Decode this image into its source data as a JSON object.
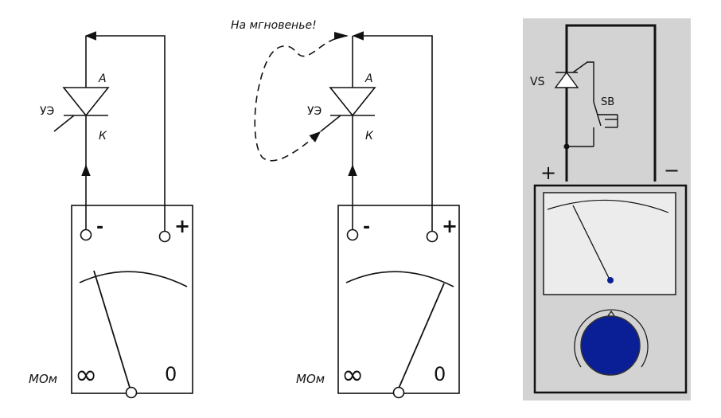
{
  "diagram1": {
    "anode_label": "А",
    "cathode_label": "К",
    "gate_label": "УЭ",
    "minus_label": "-",
    "plus_label": "+",
    "infinity_label": "∞",
    "zero_label": "0",
    "unit_label": "МОм"
  },
  "diagram2": {
    "caption": "На мгновенье!",
    "anode_label": "А",
    "cathode_label": "К",
    "gate_label": "УЭ",
    "minus_label": "-",
    "plus_label": "+",
    "infinity_label": "∞",
    "zero_label": "0",
    "unit_label": "МОм"
  },
  "diagram3": {
    "vs_label": "VS",
    "sb_label": "SB",
    "plus_label": "+",
    "minus_label": "−",
    "colors": {
      "panel_bg": "#d3d3d3",
      "knob": "#0a1f96",
      "needle_pivot": "#0a1f96"
    }
  }
}
